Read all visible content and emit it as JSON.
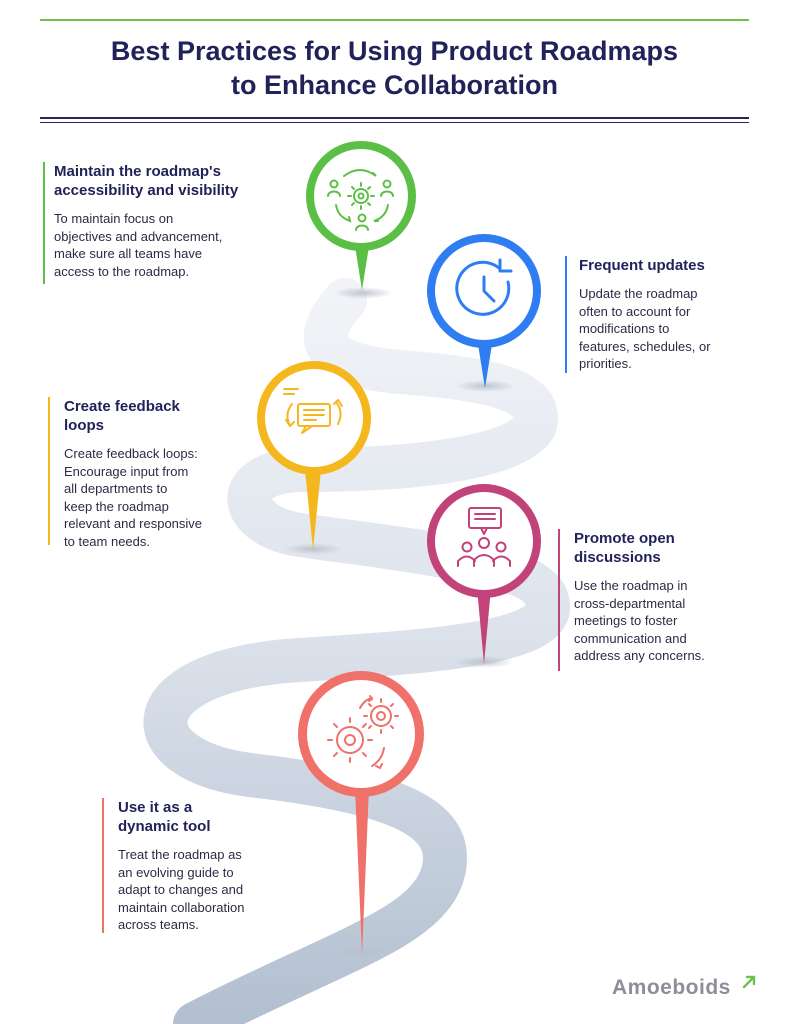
{
  "title_line1": "Best Practices for Using Product Roadmaps",
  "title_line2": "to Enhance Collaboration",
  "brand": "Amoeboids",
  "colors": {
    "green": "#5cbf45",
    "blue": "#2f7df2",
    "yellow": "#f4b81e",
    "magenta": "#c2427a",
    "coral": "#f0716a",
    "navy": "#22225a"
  },
  "steps": [
    {
      "heading_line1": "Maintain the roadmap's",
      "heading_line2": "accessibility and visibility",
      "body_lines": [
        "To maintain focus on",
        "objectives and advancement,",
        "make sure all teams have",
        "access to the roadmap."
      ],
      "icon": "team-cycle-gear-icon",
      "color": "#5cbf45"
    },
    {
      "heading_line1": "Frequent updates",
      "heading_line2": "",
      "body_lines": [
        "Update the roadmap",
        "often to account for",
        "modifications to",
        "features, schedules, or",
        "priorities."
      ],
      "icon": "refresh-clock-icon",
      "color": "#2f7df2"
    },
    {
      "heading_line1": "Create feedback",
      "heading_line2": "loops",
      "body_lines": [
        "Create feedback loops:",
        "Encourage input from",
        "all departments to",
        "keep the roadmap",
        "relevant and responsive",
        "to team needs."
      ],
      "icon": "feedback-chat-icon",
      "color": "#f4b81e"
    },
    {
      "heading_line1": "Promote open",
      "heading_line2": "discussions",
      "body_lines": [
        "Use the roadmap in",
        "cross-departmental",
        "meetings to foster",
        "communication and",
        "address any concerns."
      ],
      "icon": "group-discussion-icon",
      "color": "#c2427a"
    },
    {
      "heading_line1": "Use it as a",
      "heading_line2": "dynamic tool",
      "body_lines": [
        "Treat the roadmap as",
        "an evolving guide to",
        "adapt to changes and",
        "maintain collaboration",
        "across teams."
      ],
      "icon": "gears-icon",
      "color": "#f0716a"
    }
  ]
}
